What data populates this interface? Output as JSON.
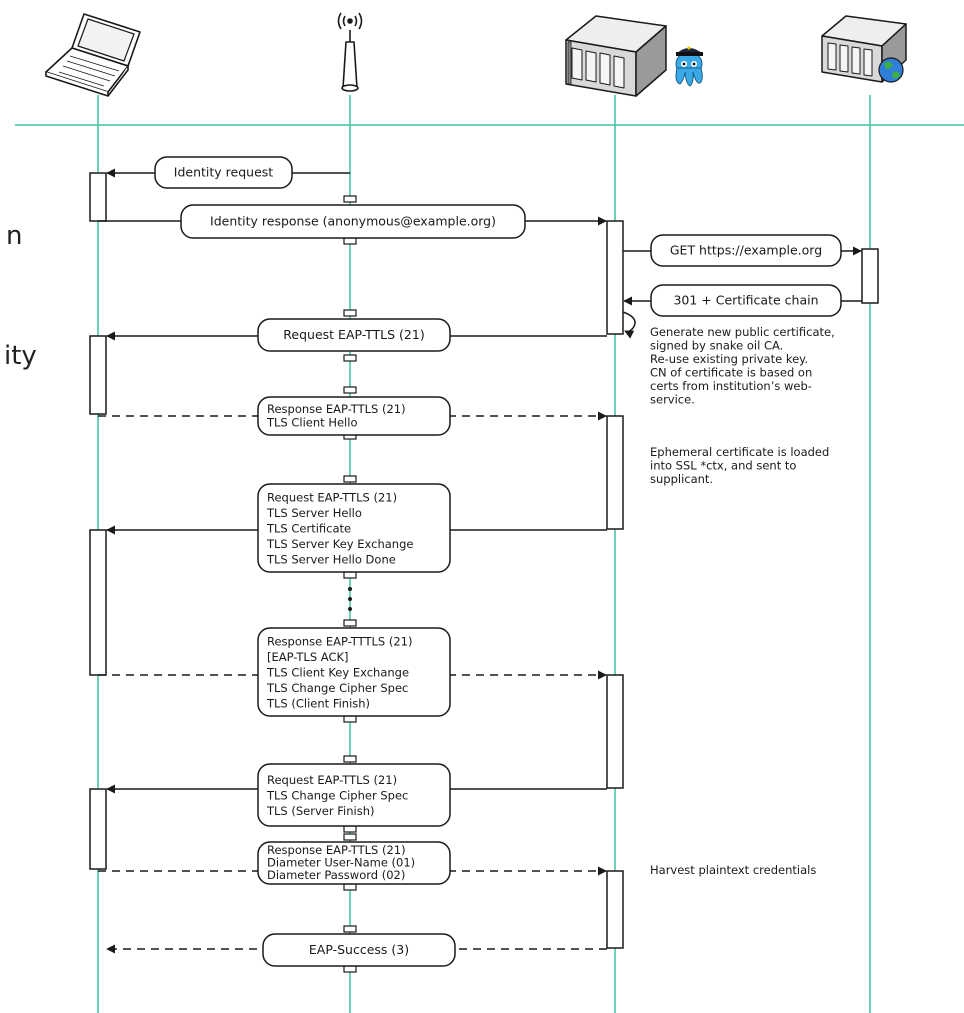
{
  "side_text": [
    "n",
    "ity"
  ],
  "colors": {
    "lifeline": "#3cc2a0",
    "line": "#1a1a1a",
    "box_stroke": "#1a1a1a"
  },
  "actors": [
    {
      "icon": "laptop-icon"
    },
    {
      "icon": "access-point-icon"
    },
    {
      "icon": "radius-server-icon"
    },
    {
      "icon": "web-server-icon"
    }
  ],
  "messages": {
    "identity_request": [
      "Identity request"
    ],
    "identity_response": [
      "Identity response (anonymous@example.org)"
    ],
    "get_request": [
      "GET https://example.org"
    ],
    "certificate_chain": [
      "301 + Certificate chain"
    ],
    "request_ttls": [
      "Request EAP-TTLS (21)"
    ],
    "response_client_hello": [
      "Response EAP-TTLS (21)",
      "TLS Client Hello"
    ],
    "request_server_hello": [
      "Request EAP-TTLS (21)",
      "TLS Server Hello",
      "TLS Certificate",
      "TLS Server Key Exchange",
      "TLS Server Hello Done"
    ],
    "response_key_exchange": [
      "Response EAP-TTTLS (21)",
      "[EAP-TLS ACK]",
      "TLS Client Key Exchange",
      "TLS Change Cipher Spec",
      "TLS (Client Finish)"
    ],
    "request_server_finish": [
      "Request EAP-TTLS (21)",
      "TLS Change Cipher Spec",
      "TLS (Server Finish)"
    ],
    "response_credentials": [
      "Response EAP-TTLS (21)",
      "Diameter User-Name (01)",
      "Diameter Password (02)"
    ],
    "eap_success": [
      "EAP-Success (3)"
    ]
  },
  "notes": {
    "generate_cert": [
      "Generate new public certificate,",
      "signed by snake oil CA.",
      "Re-use existing private key.",
      "CN of certificate is based on",
      "certs from institution’s web-",
      "service."
    ],
    "ephemeral": [
      "Ephemeral certificate is loaded",
      "into SSL *ctx, and sent to",
      "supplicant."
    ],
    "harvest": [
      "Harvest plaintext credentials"
    ]
  }
}
